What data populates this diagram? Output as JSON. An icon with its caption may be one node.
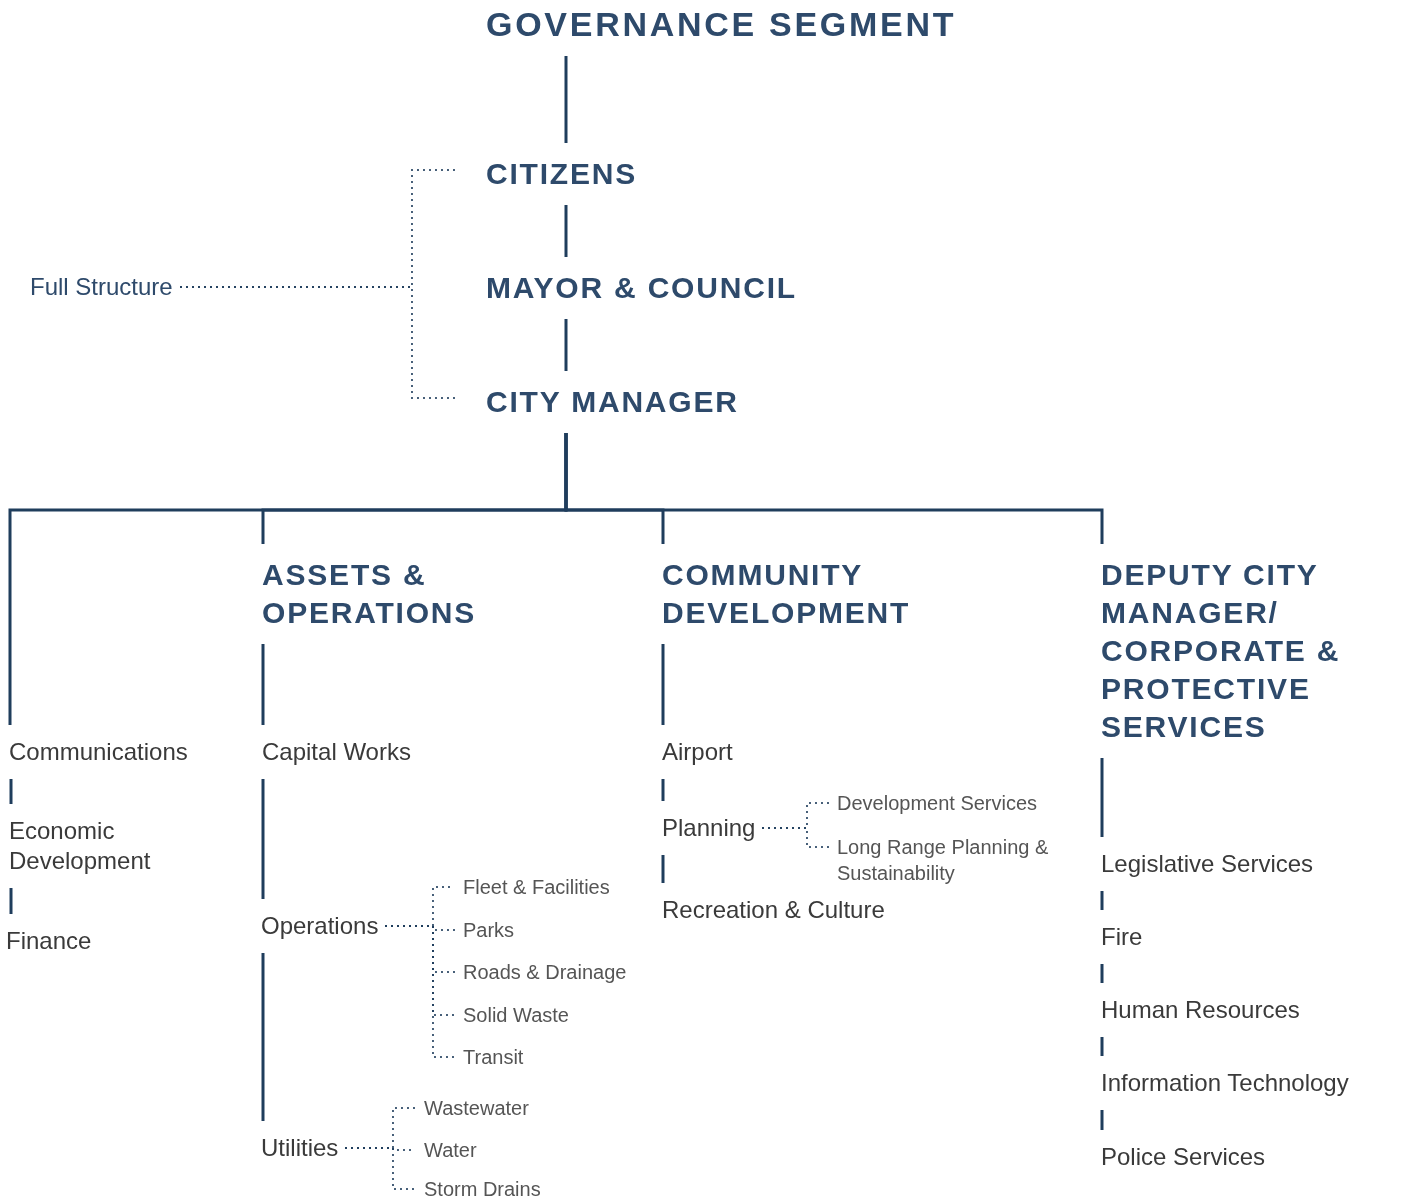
{
  "diagram": {
    "nodes": [
      {
        "text": [
          "GOVERNANCE SEGMENT"
        ]
      },
      {
        "text": [
          "CITIZENS"
        ]
      },
      {
        "text": [
          "MAYOR & COUNCIL"
        ]
      },
      {
        "text": [
          "CITY MANAGER"
        ]
      },
      {
        "text": [
          "Full Structure"
        ]
      },
      {
        "text": [
          "ASSETS & OPERATIONS"
        ]
      },
      {
        "text": [
          "COMMUNITY DEVELOPMENT"
        ]
      },
      {
        "text": [
          "DEPUTY CITY MANAGER/ CORPORATE & PROTECTIVE SERVICES"
        ]
      },
      {
        "text": [
          "Communications"
        ]
      },
      {
        "text": [
          "Economic Development"
        ]
      },
      {
        "text": [
          "Finance"
        ]
      },
      {
        "text": [
          "Capital Works"
        ]
      },
      {
        "text": [
          "Operations"
        ]
      },
      {
        "text": [
          "Fleet & Facilities"
        ]
      },
      {
        "text": [
          "Parks"
        ]
      },
      {
        "text": [
          "Roads & Drainage"
        ]
      },
      {
        "text": [
          "Solid Waste"
        ]
      },
      {
        "text": [
          "Transit"
        ]
      },
      {
        "text": [
          "Utilities"
        ]
      },
      {
        "text": [
          "Wastewater"
        ]
      },
      {
        "text": [
          "Water"
        ]
      },
      {
        "text": [
          "Storm Drains"
        ]
      },
      {
        "text": [
          "Airport"
        ]
      },
      {
        "text": [
          "Planning"
        ]
      },
      {
        "text": [
          "Development Services"
        ]
      },
      {
        "text": [
          "Long Range Planning & Sustainability"
        ]
      },
      {
        "text": [
          "Recreation & Culture"
        ]
      },
      {
        "text": [
          "Legislative Services"
        ]
      },
      {
        "text": [
          "Fire"
        ]
      },
      {
        "text": [
          "Human Resources"
        ]
      },
      {
        "text": [
          "Information Technology"
        ]
      },
      {
        "text": [
          "Police Services"
        ]
      }
    ],
    "edges": [
      {
        "from": 0,
        "to": 1,
        "arrow": "none"
      },
      {
        "from": 1,
        "to": 2,
        "arrow": "none"
      },
      {
        "from": 2,
        "to": 3,
        "arrow": "none"
      },
      {
        "from": 4,
        "to": 1,
        "arrow": "none",
        "style": "dashed"
      },
      {
        "from": 4,
        "to": 3,
        "arrow": "none",
        "style": "dashed"
      },
      {
        "from": 3,
        "to": 8,
        "arrow": "none"
      },
      {
        "from": 3,
        "to": 5,
        "arrow": "none"
      },
      {
        "from": 3,
        "to": 6,
        "arrow": "none"
      },
      {
        "from": 3,
        "to": 7,
        "arrow": "none"
      },
      {
        "from": 8,
        "to": 9,
        "arrow": "none"
      },
      {
        "from": 9,
        "to": 10,
        "arrow": "none"
      },
      {
        "from": 5,
        "to": 11,
        "arrow": "none"
      },
      {
        "from": 11,
        "to": 12,
        "arrow": "none"
      },
      {
        "from": 12,
        "to": 18,
        "arrow": "none"
      },
      {
        "from": 12,
        "to": 13,
        "arrow": "none",
        "style": "dashed"
      },
      {
        "from": 12,
        "to": 14,
        "arrow": "none",
        "style": "dashed"
      },
      {
        "from": 12,
        "to": 15,
        "arrow": "none",
        "style": "dashed"
      },
      {
        "from": 12,
        "to": 16,
        "arrow": "none",
        "style": "dashed"
      },
      {
        "from": 12,
        "to": 17,
        "arrow": "none",
        "style": "dashed"
      },
      {
        "from": 18,
        "to": 19,
        "arrow": "none",
        "style": "dashed"
      },
      {
        "from": 18,
        "to": 20,
        "arrow": "none",
        "style": "dashed"
      },
      {
        "from": 18,
        "to": 21,
        "arrow": "none",
        "style": "dashed"
      },
      {
        "from": 6,
        "to": 22,
        "arrow": "none"
      },
      {
        "from": 22,
        "to": 23,
        "arrow": "none"
      },
      {
        "from": 23,
        "to": 26,
        "arrow": "none"
      },
      {
        "from": 23,
        "to": 24,
        "arrow": "none",
        "style": "dashed"
      },
      {
        "from": 23,
        "to": 25,
        "arrow": "none",
        "style": "dashed"
      },
      {
        "from": 7,
        "to": 27,
        "arrow": "none"
      },
      {
        "from": 27,
        "to": 28,
        "arrow": "none"
      },
      {
        "from": 28,
        "to": 29,
        "arrow": "none"
      },
      {
        "from": 29,
        "to": 30,
        "arrow": "none"
      },
      {
        "from": 30,
        "to": 31,
        "arrow": "none"
      }
    ]
  }
}
